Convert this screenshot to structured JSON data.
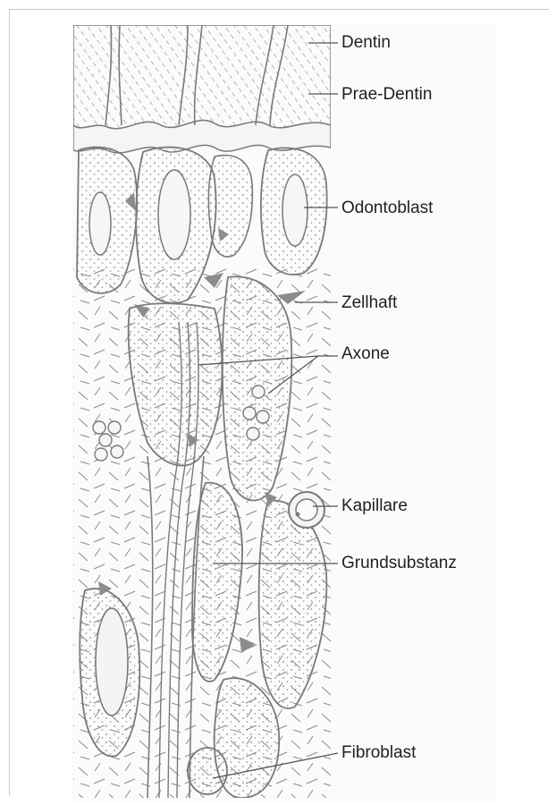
{
  "figure": {
    "labels": {
      "dentin": "Dentin",
      "prae_dentin": "Prae-Dentin",
      "odontoblast": "Odontoblast",
      "zellhaft": "Zellhaft",
      "axone": "Axone",
      "kapillare": "Kapillare",
      "grundsubstanz": "Grundsubstanz",
      "fibroblast": "Fibroblast"
    },
    "colors": {
      "line": "#7a7a7a",
      "text": "#1f1f1f",
      "dark_fill": "#8c8c8c",
      "cell_fill": "#f3f3f3"
    }
  }
}
